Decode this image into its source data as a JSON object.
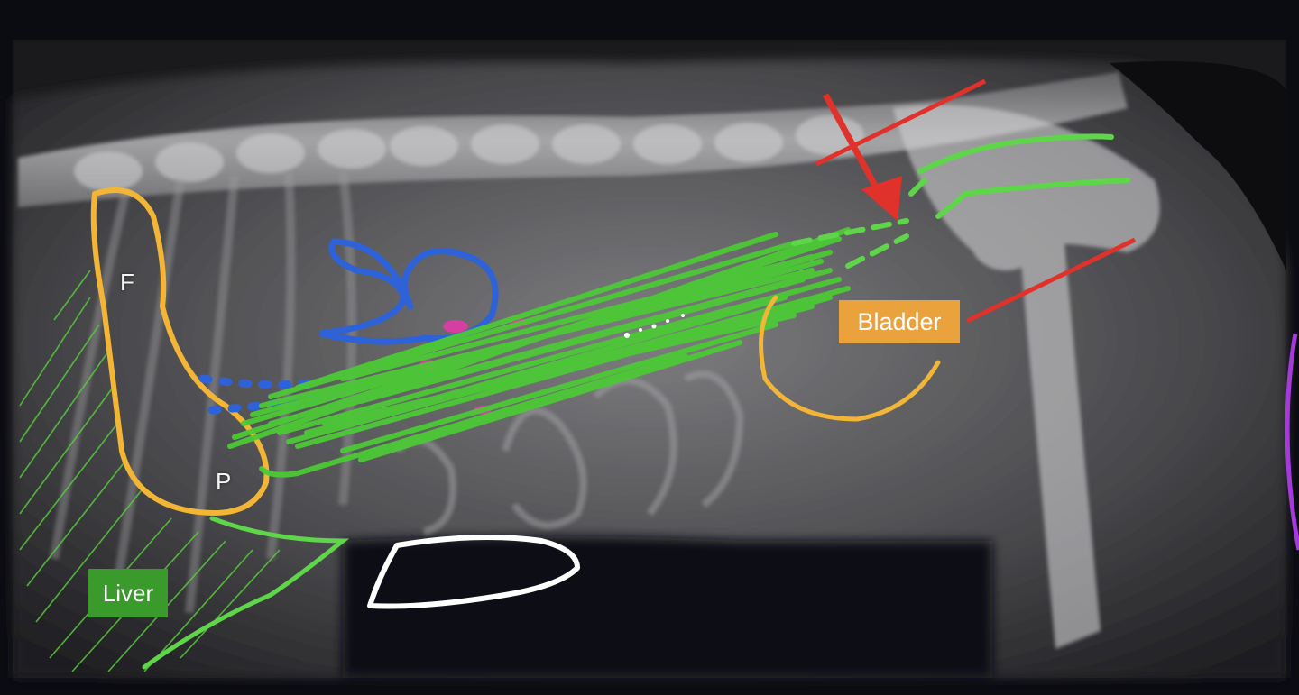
{
  "labels": {
    "bladder": "Bladder",
    "liver": "Liver",
    "heart_front": "F",
    "heart_posterior": "P"
  },
  "colors": {
    "background": "#0b0b12",
    "liver_outline": "#f2b535",
    "spine_trace": "#5fd64a",
    "stomach_outline": "#2e62d8",
    "bladder_outline": "#f2b535",
    "arrow": "#e0322a",
    "magenta_marks": "#e23aa8",
    "spleen_outline": "#ffffff",
    "edge_line": "#a33ad9",
    "bladder_label_bg": "#e9a23c",
    "liver_label_bg": "#3a9a2c"
  }
}
